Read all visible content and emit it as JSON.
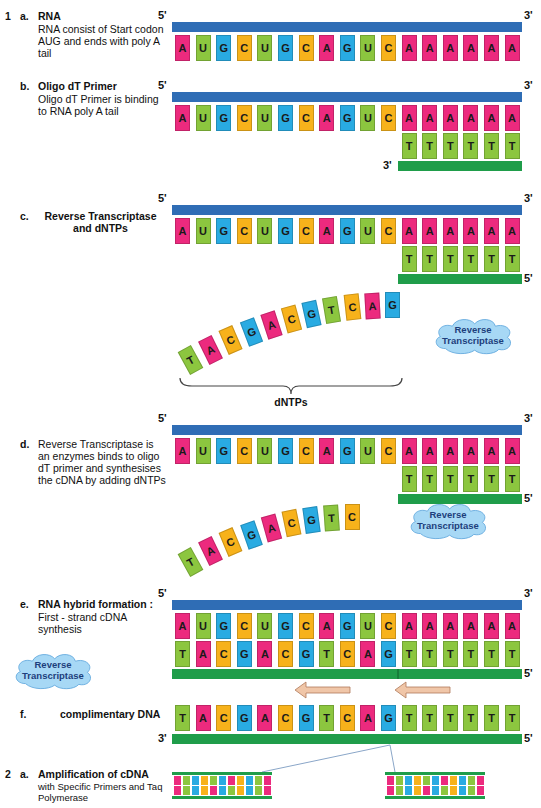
{
  "diagram": {
    "nodes": [
      {
        "text": [
          "A"
        ]
      },
      {
        "text": [
          "U"
        ]
      },
      {
        "text": [
          "G"
        ]
      },
      {
        "text": [
          "C"
        ]
      },
      {
        "text": [
          "U"
        ]
      },
      {
        "text": [
          "G"
        ]
      },
      {
        "text": [
          "C"
        ]
      },
      {
        "text": [
          "A"
        ]
      },
      {
        "text": [
          "G"
        ]
      },
      {
        "text": [
          "U"
        ]
      },
      {
        "text": [
          "C"
        ]
      },
      {
        "text": [
          "A"
        ]
      },
      {
        "text": [
          "A"
        ]
      },
      {
        "text": [
          "A"
        ]
      },
      {
        "text": [
          "A"
        ]
      },
      {
        "text": [
          "A"
        ]
      },
      {
        "text": [
          "A"
        ]
      },
      {
        "text": [
          "A"
        ]
      },
      {
        "text": [
          "U"
        ]
      },
      {
        "text": [
          "G"
        ]
      },
      {
        "text": [
          "C"
        ]
      },
      {
        "text": [
          "U"
        ]
      },
      {
        "text": [
          "G"
        ]
      },
      {
        "text": [
          "C"
        ]
      },
      {
        "text": [
          "A"
        ]
      },
      {
        "text": [
          "G"
        ]
      },
      {
        "text": [
          "U"
        ]
      },
      {
        "text": [
          "C"
        ]
      },
      {
        "text": [
          "A"
        ]
      },
      {
        "text": [
          "A"
        ]
      },
      {
        "text": [
          "A"
        ]
      },
      {
        "text": [
          "A"
        ]
      },
      {
        "text": [
          "A"
        ]
      },
      {
        "text": [
          "A"
        ]
      },
      {
        "text": [
          "T"
        ]
      },
      {
        "text": [
          "T"
        ]
      },
      {
        "text": [
          "T"
        ]
      },
      {
        "text": [
          "T"
        ]
      },
      {
        "text": [
          "T"
        ]
      },
      {
        "text": [
          "T"
        ]
      },
      {
        "text": [
          "A"
        ]
      },
      {
        "text": [
          "U"
        ]
      },
      {
        "text": [
          "G"
        ]
      },
      {
        "text": [
          "C"
        ]
      },
      {
        "text": [
          "U"
        ]
      },
      {
        "text": [
          "G"
        ]
      },
      {
        "text": [
          "C"
        ]
      },
      {
        "text": [
          "A"
        ]
      },
      {
        "text": [
          "G"
        ]
      },
      {
        "text": [
          "U"
        ]
      },
      {
        "text": [
          "C"
        ]
      },
      {
        "text": [
          "A"
        ]
      },
      {
        "text": [
          "A"
        ]
      },
      {
        "text": [
          "A"
        ]
      },
      {
        "text": [
          "A"
        ]
      },
      {
        "text": [
          "A"
        ]
      },
      {
        "text": [
          "A"
        ]
      },
      {
        "text": [
          "T"
        ]
      },
      {
        "text": [
          "T"
        ]
      },
      {
        "text": [
          "T"
        ]
      },
      {
        "text": [
          "T"
        ]
      },
      {
        "text": [
          "T"
        ]
      },
      {
        "text": [
          "T"
        ]
      },
      {
        "text": [
          "T"
        ]
      },
      {
        "text": [
          "A"
        ]
      },
      {
        "text": [
          "C"
        ]
      },
      {
        "text": [
          "G"
        ]
      },
      {
        "text": [
          "A"
        ]
      },
      {
        "text": [
          "C"
        ]
      },
      {
        "text": [
          "G"
        ]
      },
      {
        "text": [
          "T"
        ]
      },
      {
        "text": [
          "C"
        ]
      },
      {
        "text": [
          "A"
        ]
      },
      {
        "text": [
          "G"
        ]
      },
      {
        "text": [
          "Reverse Transcriptase"
        ]
      },
      {
        "text": [
          "A"
        ]
      },
      {
        "text": [
          "U"
        ]
      },
      {
        "text": [
          "G"
        ]
      },
      {
        "text": [
          "C"
        ]
      },
      {
        "text": [
          "U"
        ]
      },
      {
        "text": [
          "G"
        ]
      },
      {
        "text": [
          "C"
        ]
      },
      {
        "text": [
          "A"
        ]
      },
      {
        "text": [
          "G"
        ]
      },
      {
        "text": [
          "U"
        ]
      },
      {
        "text": [
          "C"
        ]
      },
      {
        "text": [
          "A"
        ]
      },
      {
        "text": [
          "A"
        ]
      },
      {
        "text": [
          "A"
        ]
      },
      {
        "text": [
          "A"
        ]
      },
      {
        "text": [
          "A"
        ]
      },
      {
        "text": [
          "A"
        ]
      },
      {
        "text": [
          "T"
        ]
      },
      {
        "text": [
          "T"
        ]
      },
      {
        "text": [
          "T"
        ]
      },
      {
        "text": [
          "T"
        ]
      },
      {
        "text": [
          "T"
        ]
      },
      {
        "text": [
          "T"
        ]
      },
      {
        "text": [
          "Reverse Transcriptase"
        ]
      },
      {
        "text": [
          "T"
        ]
      },
      {
        "text": [
          "A"
        ]
      },
      {
        "text": [
          "C"
        ]
      },
      {
        "text": [
          "G"
        ]
      },
      {
        "text": [
          "A"
        ]
      },
      {
        "text": [
          "C"
        ]
      },
      {
        "text": [
          "G"
        ]
      },
      {
        "text": [
          "T"
        ]
      },
      {
        "text": [
          "C"
        ]
      },
      {
        "text": [
          "A"
        ]
      },
      {
        "text": [
          "U"
        ]
      },
      {
        "text": [
          "G"
        ]
      },
      {
        "text": [
          "C"
        ]
      },
      {
        "text": [
          "U"
        ]
      },
      {
        "text": [
          "G"
        ]
      },
      {
        "text": [
          "C"
        ]
      },
      {
        "text": [
          "A"
        ]
      },
      {
        "text": [
          "G"
        ]
      },
      {
        "text": [
          "U"
        ]
      },
      {
        "text": [
          "C"
        ]
      },
      {
        "text": [
          "A"
        ]
      },
      {
        "text": [
          "A"
        ]
      },
      {
        "text": [
          "A"
        ]
      },
      {
        "text": [
          "A"
        ]
      },
      {
        "text": [
          "A"
        ]
      },
      {
        "text": [
          "A"
        ]
      },
      {
        "text": [
          "T"
        ]
      },
      {
        "text": [
          "A"
        ]
      },
      {
        "text": [
          "C"
        ]
      },
      {
        "text": [
          "G"
        ]
      },
      {
        "text": [
          "A"
        ]
      },
      {
        "text": [
          "C"
        ]
      },
      {
        "text": [
          "G"
        ]
      },
      {
        "text": [
          "T"
        ]
      },
      {
        "text": [
          "C"
        ]
      },
      {
        "text": [
          "A"
        ]
      },
      {
        "text": [
          "G"
        ]
      },
      {
        "text": [
          "T"
        ]
      },
      {
        "text": [
          "T"
        ]
      },
      {
        "text": [
          "T"
        ]
      },
      {
        "text": [
          "T"
        ]
      },
      {
        "text": [
          "T"
        ]
      },
      {
        "text": [
          "T"
        ]
      },
      {
        "text": [
          "Reverse Transcriptase"
        ]
      },
      {
        "text": [
          "T"
        ]
      },
      {
        "text": [
          "A"
        ]
      },
      {
        "text": [
          "C"
        ]
      },
      {
        "text": [
          "G"
        ]
      },
      {
        "text": [
          "A"
        ]
      },
      {
        "text": [
          "C"
        ]
      },
      {
        "text": [
          "G"
        ]
      },
      {
        "text": [
          "T"
        ]
      },
      {
        "text": [
          "C"
        ]
      },
      {
        "text": [
          "A"
        ]
      },
      {
        "text": [
          "G"
        ]
      },
      {
        "text": [
          "T"
        ]
      },
      {
        "text": [
          "T"
        ]
      },
      {
        "text": [
          "T"
        ]
      },
      {
        "text": [
          "T"
        ]
      },
      {
        "text": [
          "T"
        ]
      },
      {
        "text": [
          "T"
        ]
      }
    ],
    "labels": [
      "1",
      "a.",
      "RNA",
      "RNA consist of Start codon AUG and ends with poly A tail",
      "5'",
      "3'",
      "b.",
      "Oligo dT Primer",
      "Oligo dT Primer is binding to RNA poly A tail",
      "5'",
      "3'",
      "3'",
      "c.",
      "Reverse Transcriptase and dNTPs",
      "5'",
      "3'",
      "5'",
      "dNTPs",
      "d.",
      "Reverse Transcriptase is an enzymes binds to oligo dT primer and synthesises the cDNA by adding dNTPs",
      "5'",
      "3'",
      "5'",
      "e.",
      "RNA hybrid formation :",
      "First - strand cDNA synthesis",
      "5'",
      "3'",
      "5'",
      "f.",
      "complimentary DNA",
      "3'",
      "5'",
      "2",
      "a.",
      "Amplification of cDNA",
      "with Specific Primers and Taq Polymerase"
    ]
  }
}
